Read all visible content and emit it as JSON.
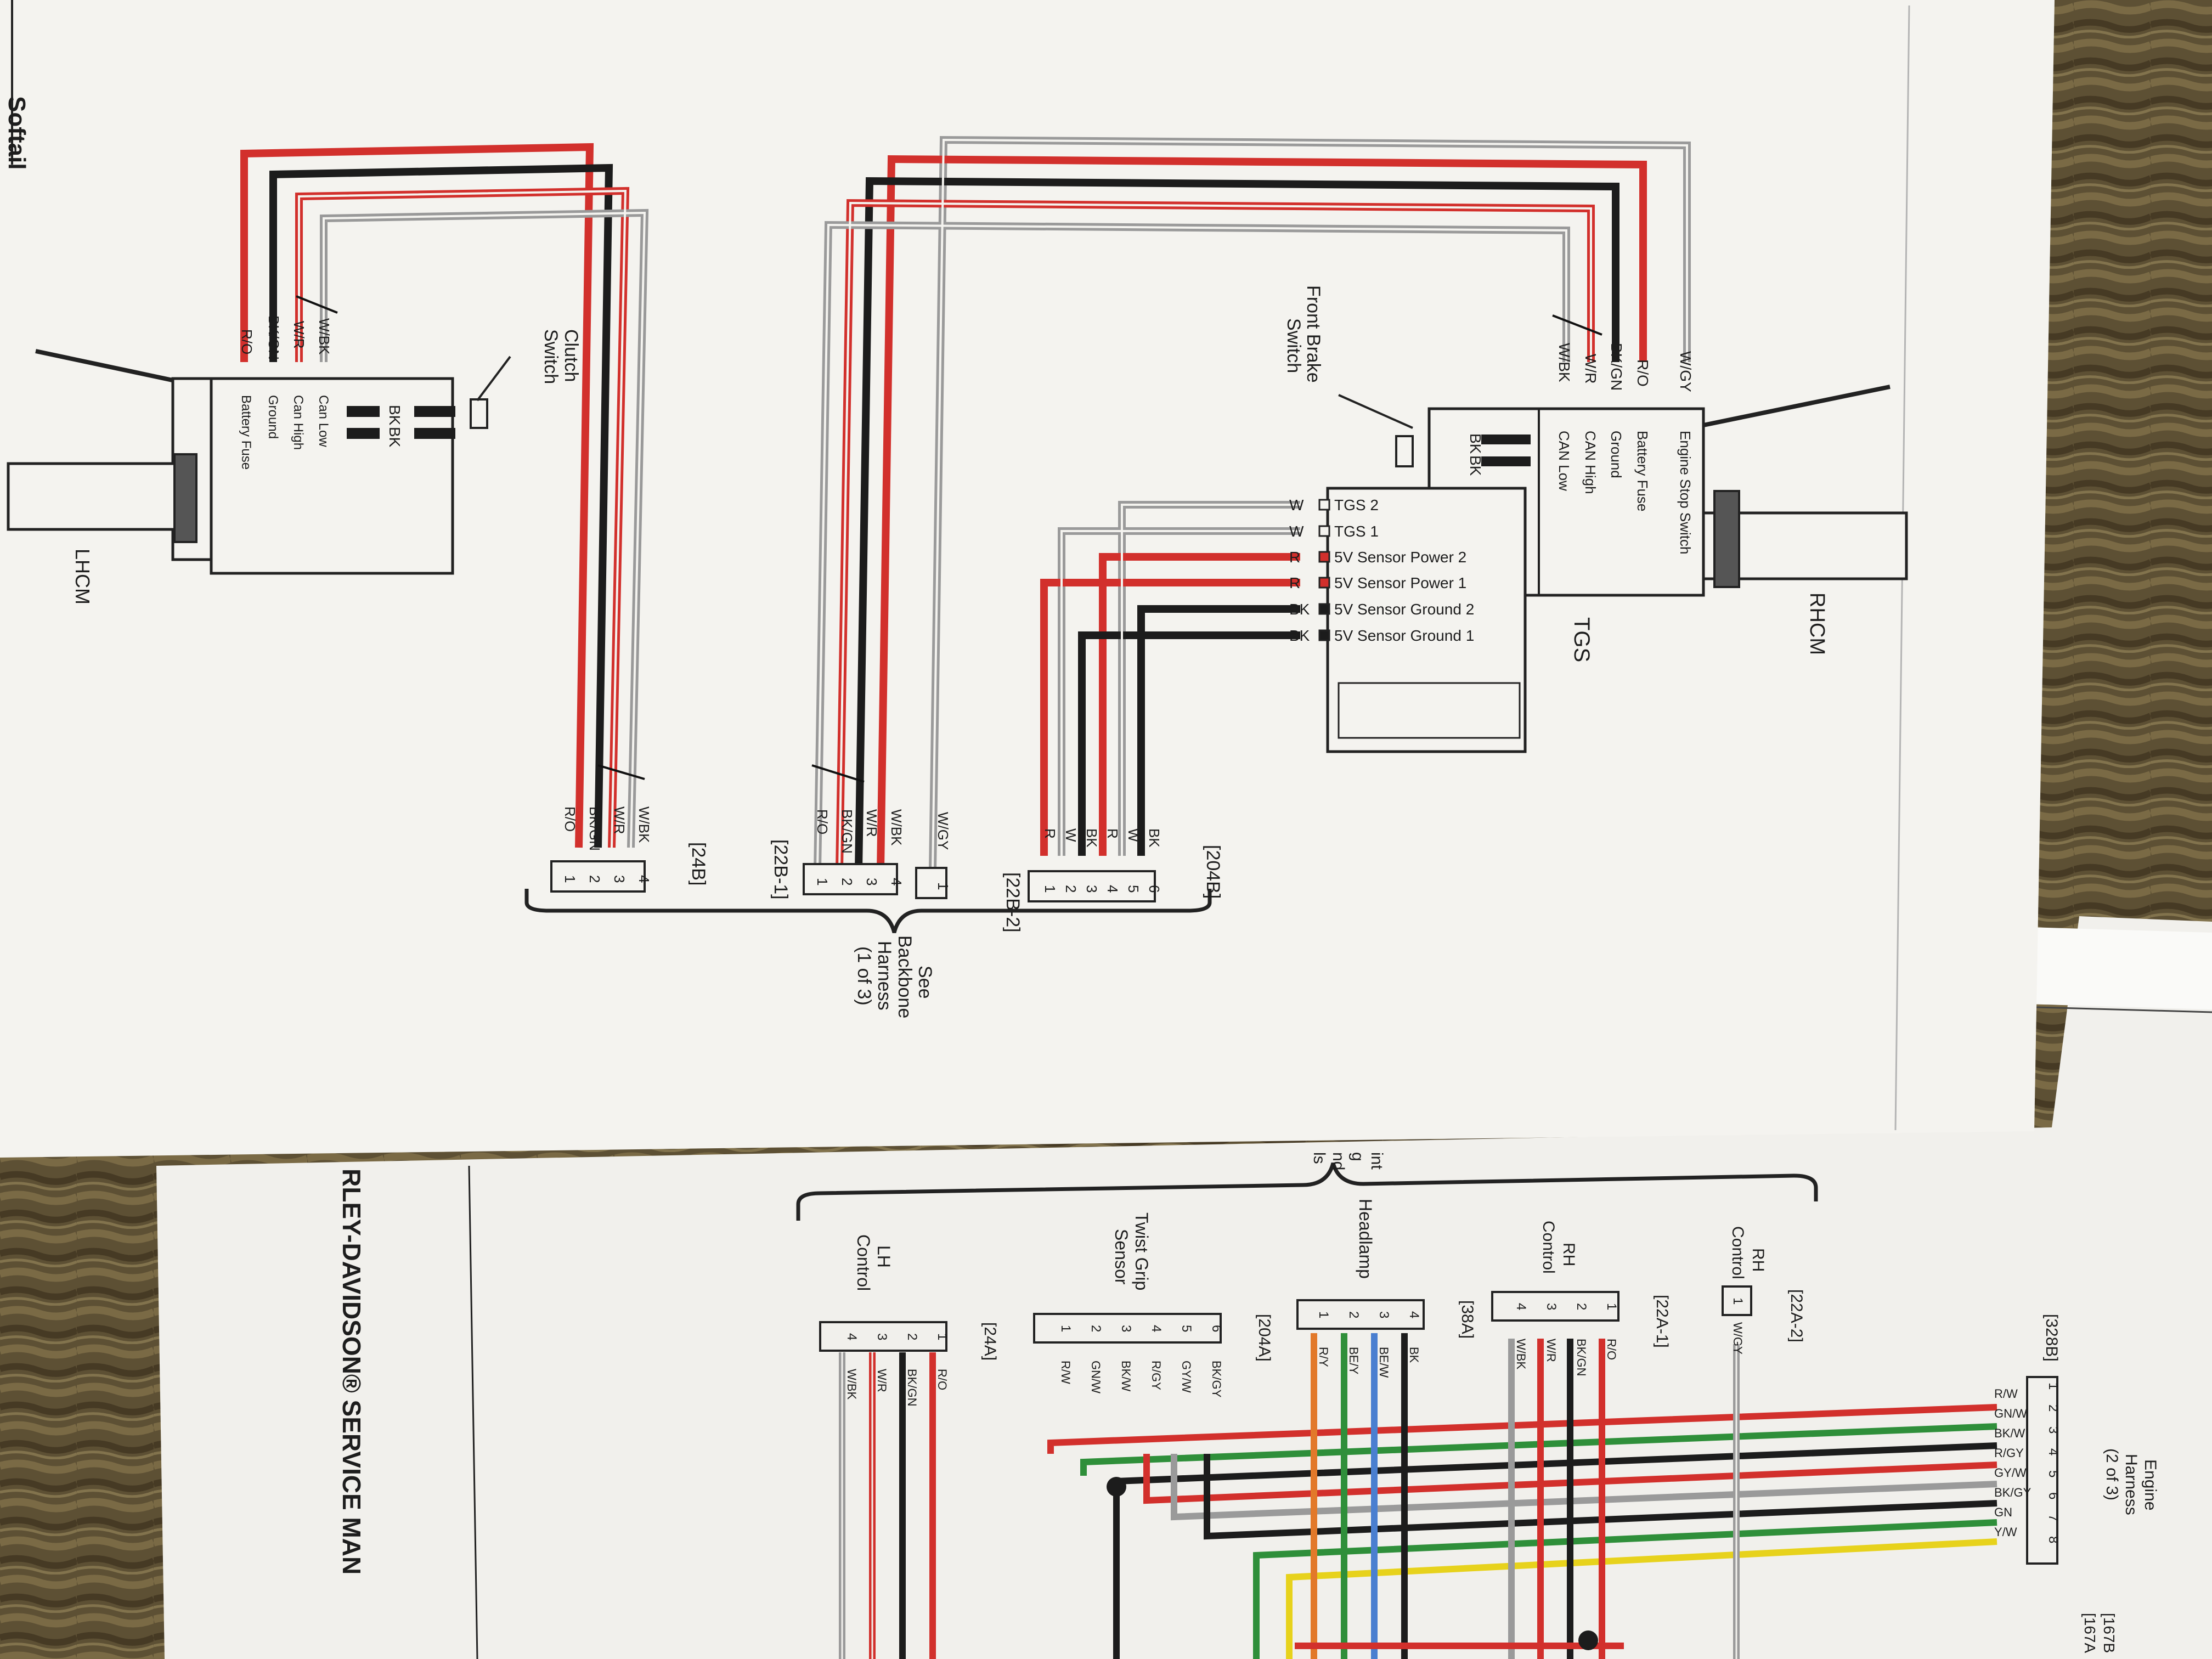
{
  "header": {
    "page_title_fragment": "Softail",
    "manual_fragment": "RLEY-DAVIDSON® SERVICE MAN"
  },
  "colors": {
    "red": "#d2302c",
    "black": "#1c1c1c",
    "gray": "#9a9a9a",
    "green": "#2f8f3a",
    "yellow": "#e7d21c",
    "orange": "#e2792a",
    "blue": "#4a7fd0",
    "paper": "#f3f2ee"
  },
  "top_page": {
    "lhcm": {
      "title": "LHCM",
      "clutch_switch": [
        "Clutch",
        "Switch"
      ],
      "switch_wires": [
        "BK",
        "BK"
      ],
      "functions": [
        "Can Low",
        "Can High",
        "Ground",
        "Battery Fuse"
      ],
      "wires": [
        "W/BK",
        "W/R",
        "BK/GN",
        "R/O"
      ]
    },
    "rhcm": {
      "title": "RHCM",
      "front_brake_switch": [
        "Front Brake",
        "Switch"
      ],
      "switch_wires": [
        "BK",
        "BK"
      ],
      "functions": [
        "Engine Stop Switch",
        "Battery Fuse",
        "Ground",
        "CAN High",
        "CAN Low"
      ],
      "wires": [
        "W/GY",
        "R/O",
        "BK/GN",
        "W/R",
        "W/BK"
      ]
    },
    "tgs": {
      "title": "TGS",
      "pins": [
        {
          "wire": "W",
          "name": "TGS 2"
        },
        {
          "wire": "W",
          "name": "TGS 1"
        },
        {
          "wire": "R",
          "name": "5V Sensor Power 2"
        },
        {
          "wire": "R",
          "name": "5V Sensor Power 1"
        },
        {
          "wire": "BK",
          "name": "5V Sensor Ground 2"
        },
        {
          "wire": "BK",
          "name": "5V Sensor Ground 1"
        }
      ]
    },
    "connectors": {
      "c24b": {
        "label": "[24B]",
        "pins": [
          "4",
          "3",
          "2",
          "1"
        ],
        "wires": [
          "W/BK",
          "W/R",
          "BK/GN",
          "R/O"
        ]
      },
      "c22b1": {
        "label": "[22B-1]",
        "pins": [
          "4",
          "3",
          "2",
          "1"
        ],
        "wires": [
          "W/BK",
          "W/R",
          "BK/GN",
          "R/O"
        ]
      },
      "c22b2": {
        "label": "[22B-2]",
        "pins": [
          "1"
        ],
        "wires": [
          "W/GY"
        ]
      },
      "c204b": {
        "label": "[204B]",
        "pins": [
          "6",
          "5",
          "4",
          "3",
          "2",
          "1"
        ],
        "wires": [
          "BK",
          "W",
          "R",
          "BK",
          "W",
          "R"
        ]
      }
    },
    "see_ref": [
      "See",
      "Backbone",
      "Harness",
      "(1 of 3)"
    ]
  },
  "bottom_page": {
    "engine_harness": [
      "Engine",
      "Harness",
      "(2 of 3)"
    ],
    "c328b": {
      "label": "[328B]",
      "pins": [
        "1",
        "2",
        "3",
        "4",
        "5",
        "6",
        "7",
        "8"
      ],
      "wires": [
        "R/W",
        "GN/W",
        "BK/W",
        "R/GY",
        "GY/W",
        "BK/GY",
        "GN",
        "Y/W"
      ]
    },
    "partial_ids": [
      "[167B",
      "[167A"
    ],
    "c22a2": {
      "label": "[22A-2]",
      "name": [
        "RH",
        "Control"
      ],
      "pins": [
        "1"
      ],
      "wires": [
        "W/GY"
      ]
    },
    "c22a1": {
      "label": "[22A-1]",
      "name": [
        "RH",
        "Control"
      ],
      "pins": [
        "1",
        "2",
        "3",
        "4"
      ],
      "wires": [
        "R/O",
        "BK/GN",
        "W/R",
        "W/BK"
      ]
    },
    "c38a": {
      "label": "[38A]",
      "name": [
        "Headlamp"
      ],
      "pins": [
        "4",
        "3",
        "2",
        "1"
      ],
      "wires": [
        "BK",
        "BE/W",
        "BE/Y",
        "R/Y"
      ]
    },
    "c204a": {
      "label": "[204A]",
      "name": [
        "Twist Grip",
        "Sensor"
      ],
      "pins": [
        "6",
        "5",
        "4",
        "3",
        "2",
        "1"
      ],
      "wires": [
        "BK/GY",
        "GY/W",
        "R/GY",
        "BK/W",
        "GN/W",
        "R/W"
      ]
    },
    "c24a": {
      "label": "[24A]",
      "name": [
        "LH",
        "Control"
      ],
      "pins": [
        "1",
        "2",
        "3",
        "4"
      ],
      "wires": [
        "R/O",
        "BK/GN",
        "W/R",
        "W/BK"
      ]
    },
    "cut_text": [
      "int",
      "g",
      "nd",
      "ls"
    ]
  }
}
